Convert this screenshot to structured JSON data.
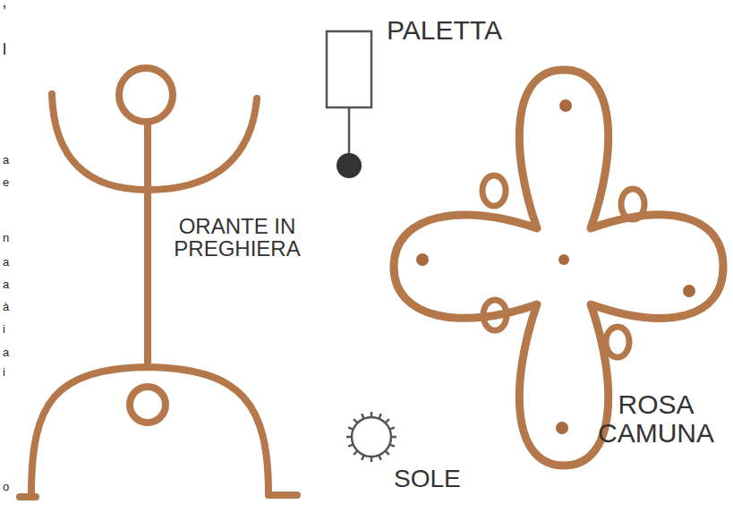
{
  "diagram": {
    "labels": [
      "PALETTA",
      "ORANTE IN PREGHIERA",
      "ROSA CAMUNA",
      "SOLE",
      "’",
      "l",
      "a",
      "e",
      "n",
      "a",
      "a",
      "à",
      "i",
      "a",
      "i",
      "o"
    ]
  }
}
